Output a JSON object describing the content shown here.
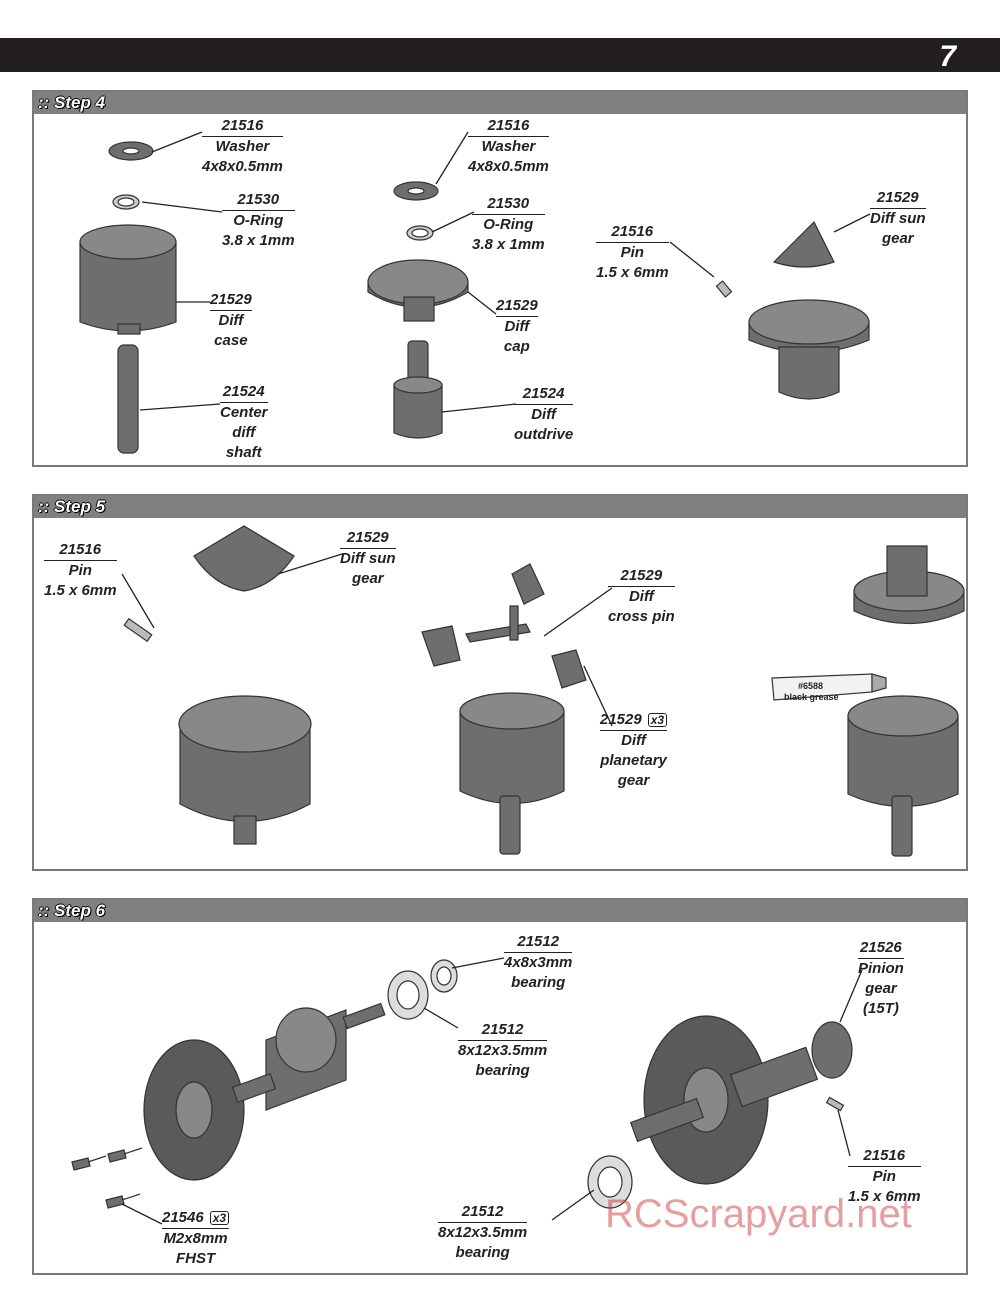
{
  "page": {
    "number": "7"
  },
  "steps": [
    {
      "title": ":: Step 4",
      "callouts": [
        {
          "number": "21516",
          "lines": [
            "Washer",
            "4x8x0.5mm"
          ]
        },
        {
          "number": "21530",
          "lines": [
            "O-Ring",
            "3.8 x 1mm"
          ]
        },
        {
          "number": "21529",
          "lines": [
            "Diff",
            "case"
          ]
        },
        {
          "number": "21524",
          "lines": [
            "Center",
            "diff",
            "shaft"
          ]
        },
        {
          "number": "21516",
          "lines": [
            "Washer",
            "4x8x0.5mm"
          ]
        },
        {
          "number": "21530",
          "lines": [
            "O-Ring",
            "3.8 x 1mm"
          ]
        },
        {
          "number": "21529",
          "lines": [
            "Diff",
            "cap"
          ]
        },
        {
          "number": "21524",
          "lines": [
            "Diff",
            "outdrive"
          ]
        },
        {
          "number": "21516",
          "lines": [
            "Pin",
            "1.5 x 6mm"
          ]
        },
        {
          "number": "21529",
          "lines": [
            "Diff sun",
            "gear"
          ]
        }
      ]
    },
    {
      "title": ":: Step 5",
      "callouts": [
        {
          "number": "21516",
          "lines": [
            "Pin",
            "1.5 x 6mm"
          ]
        },
        {
          "number": "21529",
          "lines": [
            "Diff sun",
            "gear"
          ]
        },
        {
          "number": "21529",
          "lines": [
            "Diff",
            "cross pin"
          ]
        },
        {
          "number": "21529",
          "qty": "x3",
          "lines": [
            "Diff",
            "planetary",
            "gear"
          ]
        }
      ],
      "grease_label": {
        "code": "#6588",
        "text": "black grease"
      }
    },
    {
      "title": ":: Step 6",
      "callouts": [
        {
          "number": "21512",
          "lines": [
            "4x8x3mm",
            "bearing"
          ]
        },
        {
          "number": "21512",
          "lines": [
            "8x12x3.5mm",
            "bearing"
          ]
        },
        {
          "number": "21526",
          "lines": [
            "Pinion",
            "gear",
            "(15T)"
          ]
        },
        {
          "number": "21516",
          "lines": [
            "Pin",
            "1.5 x 6mm"
          ]
        },
        {
          "number": "21546",
          "qty": "x3",
          "lines": [
            "M2x8mm",
            "FHST"
          ]
        },
        {
          "number": "21512",
          "lines": [
            "8x12x3.5mm",
            "bearing"
          ]
        }
      ]
    }
  ],
  "watermark": "RCScrapyard.net",
  "colors": {
    "band": "#231f20",
    "header": "#808080",
    "part": "#6e6e6e"
  }
}
